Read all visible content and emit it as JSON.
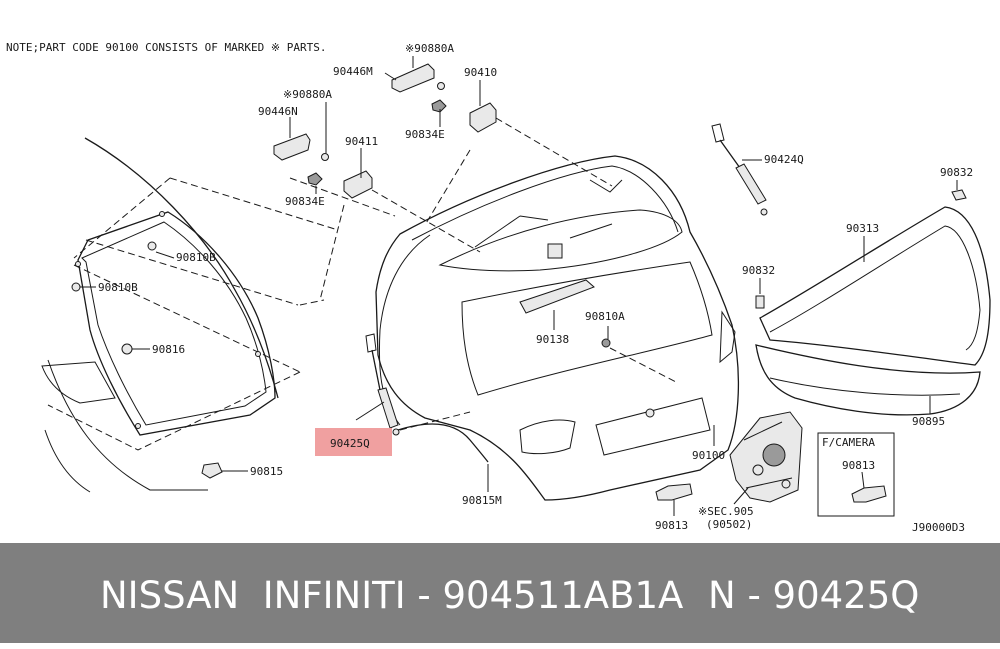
{
  "diagram": {
    "note": "NOTE;PART CODE 90100 CONSISTS OF MARKED ※ PARTS.",
    "ref_code": "J90000D3",
    "camera_box_title": "F/CAMERA",
    "sec_ref": "※SEC.905",
    "sec_sub": "(90502)",
    "highlight_color": "#f0a0a0",
    "labels": {
      "p90880A_top": "※90880A",
      "p90446M": "90446M",
      "p90410": "90410",
      "p90880A_left": "※90880A",
      "p90446N": "90446N",
      "p90834E_top": "90834E",
      "p90411": "90411",
      "p90834E_left": "90834E",
      "p90424Q": "90424Q",
      "p90832_right": "90832",
      "p90313": "90313",
      "p90832_mid": "90832",
      "p90810B_a": "90810B",
      "p90810B_b": "90810B",
      "p90816": "90816",
      "p90138": "90138",
      "p90810A": "90810A",
      "p90425Q": "90425Q",
      "p90815": "90815",
      "p90815M": "90815M",
      "p90100": "90100",
      "p90895": "90895",
      "p90813_cam": "90813",
      "p90813": "90813"
    }
  },
  "footer": {
    "brand": "NISSAN  INFINITI - 904511AB1A",
    "part": "N - 90425Q"
  }
}
